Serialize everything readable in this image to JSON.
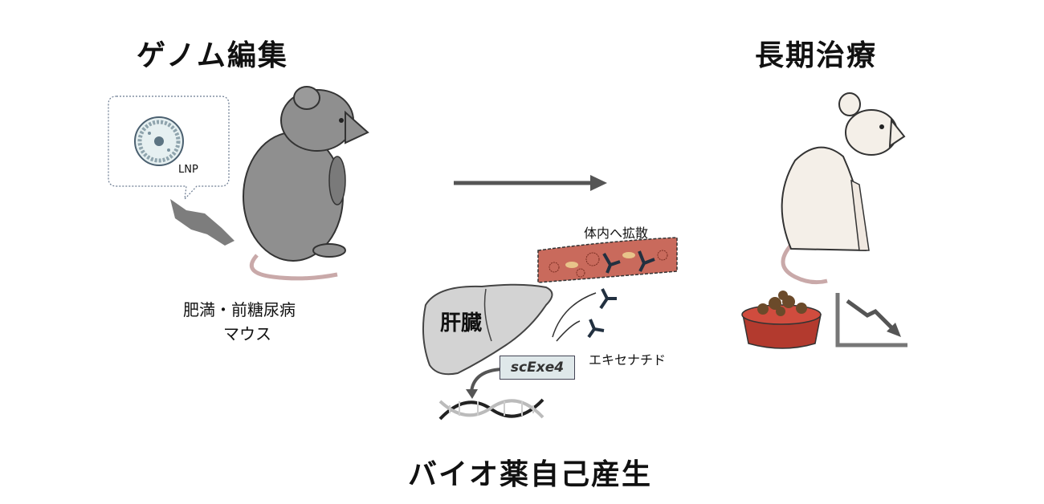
{
  "headings": {
    "genome_editing": "ゲノム編集",
    "long_term_treatment": "長期治療",
    "biodrug_self_production": "バイオ薬自己産生"
  },
  "labels": {
    "lnp": "LNP",
    "mouse_line1": "肥満・前糖尿病",
    "mouse_line2": "マウス",
    "diffusion": "体内へ拡散",
    "liver": "肝臓",
    "gene": "scExe4",
    "exenatide": "エキセナチド"
  },
  "colors": {
    "mouse_gray": "#8f8f8f",
    "mouse_white": "#f4efe8",
    "vessel": "#c96a5c",
    "liver": "#d3d3d3",
    "gene_box": "#dfe8ea",
    "arrow": "#555555"
  }
}
